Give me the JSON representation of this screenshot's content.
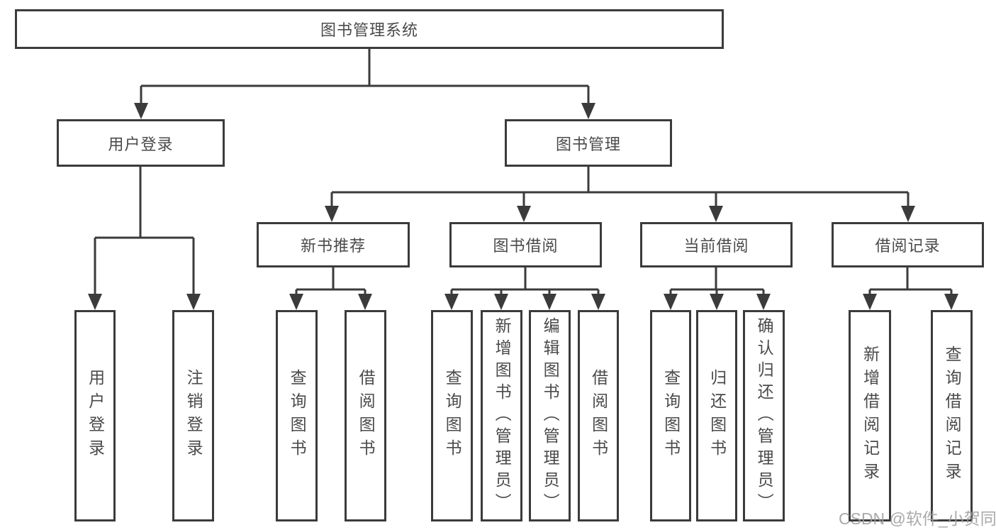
{
  "diagram": {
    "root": "图书管理系统",
    "user_login": {
      "label": "用户登录",
      "children": [
        "用户登录",
        "注销登录"
      ]
    },
    "book_mgmt": {
      "label": "图书管理",
      "sections": [
        {
          "label": "新书推荐",
          "children": [
            "查询图书",
            "借阅图书"
          ]
        },
        {
          "label": "图书借阅",
          "children": [
            "查询图书",
            "新增图书（管理员）",
            "编辑图书（管理员）",
            "借阅图书"
          ]
        },
        {
          "label": "当前借阅",
          "children": [
            "查询图书",
            "归还图书",
            "确认归还（管理员）"
          ]
        },
        {
          "label": "借阅记录",
          "children": [
            "新增借阅记录",
            "查询借阅记录"
          ]
        }
      ]
    }
  },
  "watermark": {
    "text": "CSDN @软件_小贺同学",
    "color": "#9e9e9e"
  },
  "colors": {
    "line": "#3b3b3d",
    "box_border": "#3b3b3d",
    "text": "#4a4a4c",
    "background": "#ffffff"
  }
}
